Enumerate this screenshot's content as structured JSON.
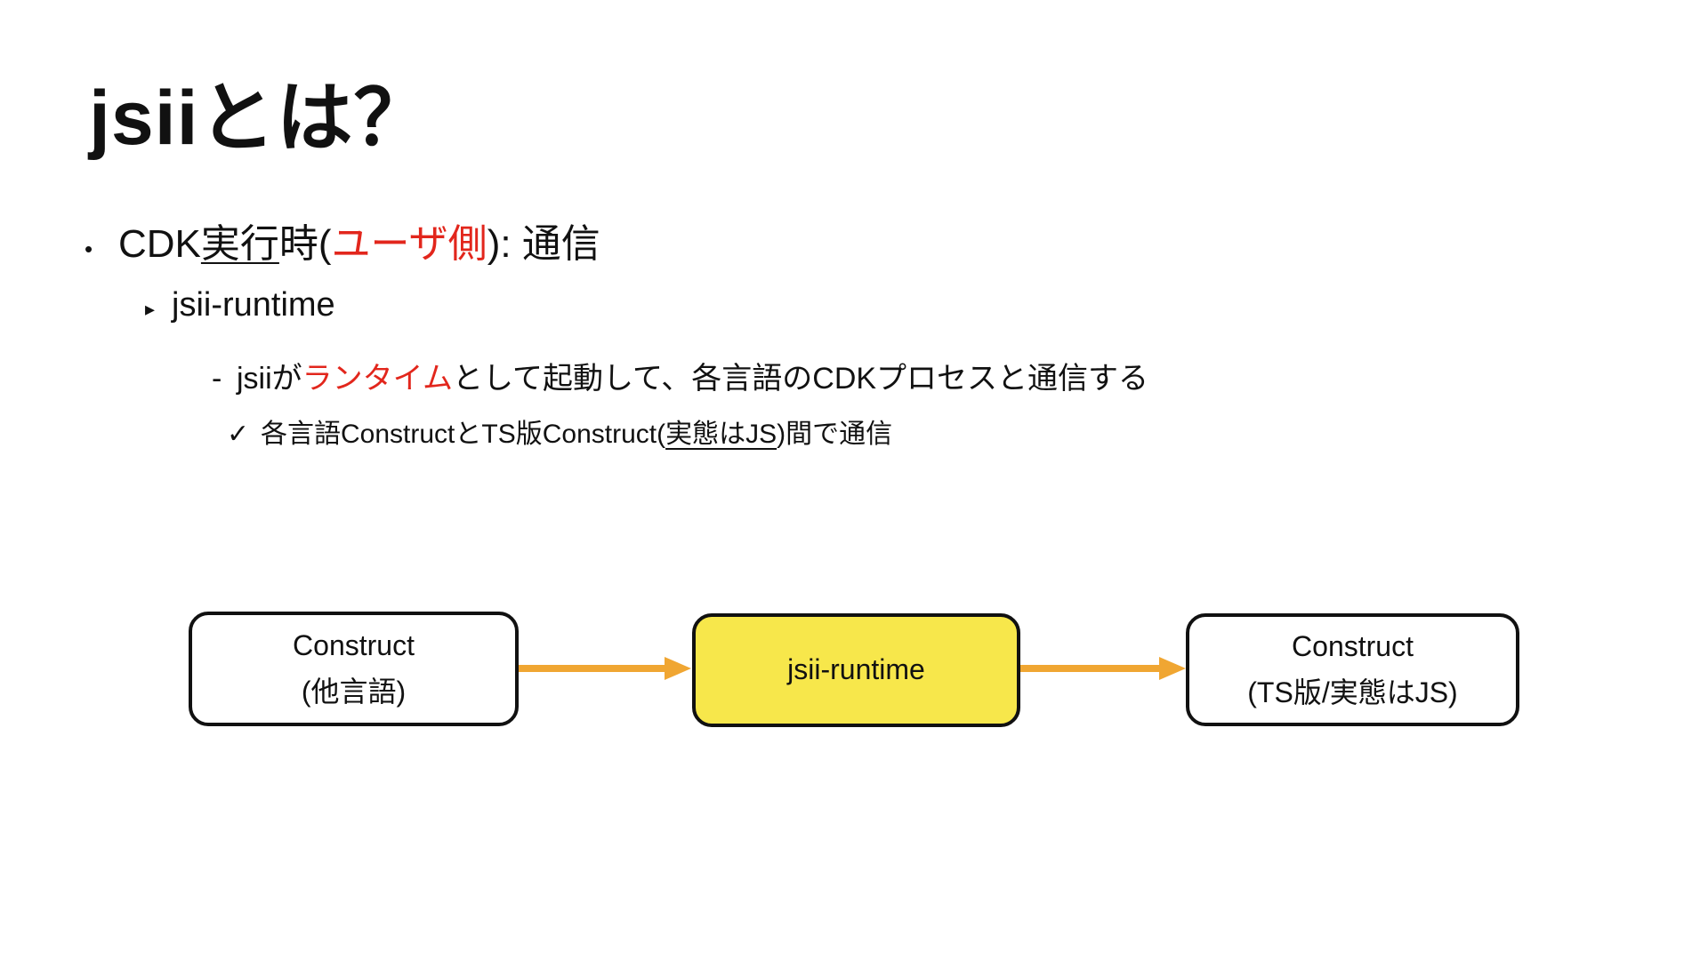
{
  "slide": {
    "title": "jsiiとは？"
  },
  "colors": {
    "text_black": "#111111",
    "accent_red": "#e2261c",
    "box_border": "#111111",
    "box_fill_white": "#ffffff",
    "box_fill_yellow": "#f7e74b",
    "arrow_orange": "#f0a632"
  },
  "bullets": {
    "level1": {
      "marker": "•",
      "pre": "CDK",
      "underlined": "実行",
      "mid": "時(",
      "red": "ユーザ側",
      "post": "): 通信"
    },
    "level2": {
      "marker": "▸",
      "label": "jsii-runtime"
    },
    "level3": {
      "marker": "-",
      "pre": "jsiiが",
      "red": "ランタイム",
      "post": "として起動して、各言語のCDKプロセスと通信する"
    },
    "level4": {
      "marker": "✓",
      "pre": "各言語ConstructとTS版Construct(",
      "underlined": "実態はJS",
      "post": ")間で通信"
    }
  },
  "diagram": {
    "box_left": {
      "line1": "Construct",
      "line2": "(他言語)"
    },
    "box_center": {
      "label": "jsii-runtime"
    },
    "box_right": {
      "line1": "Construct",
      "line2": "(TS版/実態はJS)"
    }
  }
}
